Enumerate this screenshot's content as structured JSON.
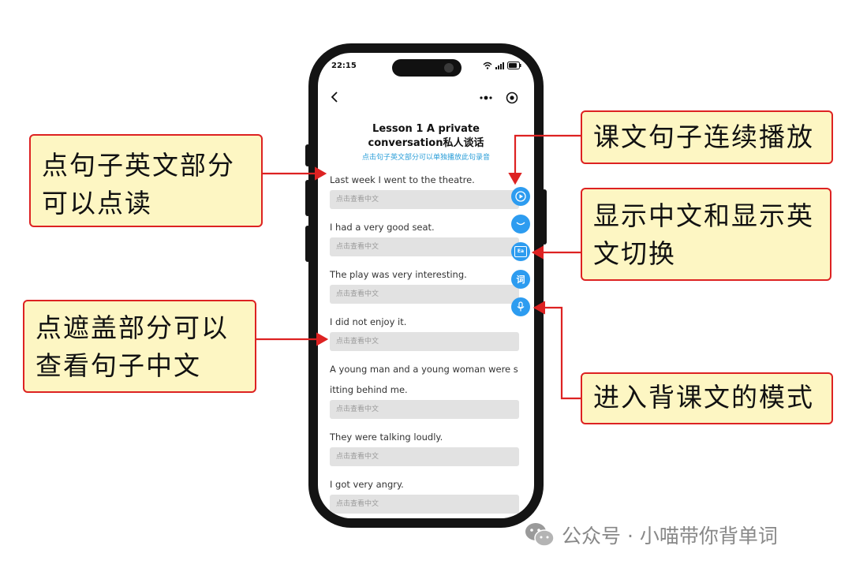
{
  "status": {
    "time": "22:15"
  },
  "lesson": {
    "title_line1": "Lesson 1 A private",
    "title_line2": "conversation私人谈话",
    "hint": "点击句子英文部分可以单独播放此句录音"
  },
  "sentences": [
    {
      "en": "Last week I went to the theatre.",
      "cover": "点击查看中文"
    },
    {
      "en": "I had a very good seat.",
      "cover": "点击查看中文"
    },
    {
      "en": "The play was very interesting.",
      "cover": "点击查看中文"
    },
    {
      "en": "I did not enjoy it.",
      "cover": "点击查看中文"
    },
    {
      "en": "A young man and a young woman were sitting behind me.",
      "cover": "点击查看中文"
    },
    {
      "en": "They were talking loudly.",
      "cover": "点击查看中文"
    },
    {
      "en": "I got very angry.",
      "cover": "点击查看中文"
    }
  ],
  "float_buttons": {
    "play": "play-icon",
    "eye": "eye-icon",
    "toggle": "Ea",
    "vocab": "词",
    "mic": "mic-icon"
  },
  "callouts": {
    "tap_sentence": [
      "点句子英文部分",
      "可以点读"
    ],
    "tap_cover": [
      "点遮盖部分可以",
      "查看句子中文"
    ],
    "continuous_play": [
      "课文句子连续播放"
    ],
    "toggle_language": [
      "显示中文和显示英",
      "文切换"
    ],
    "recite_mode": [
      "进入背课文的模式"
    ]
  },
  "watermark": {
    "text": "公众号 · 小喵带你背单词"
  },
  "colors": {
    "accent_blue": "#2d9cf0",
    "callout_fill": "#fdf6c3",
    "callout_border": "#dd2222",
    "hint_blue": "#2b9ed8"
  }
}
